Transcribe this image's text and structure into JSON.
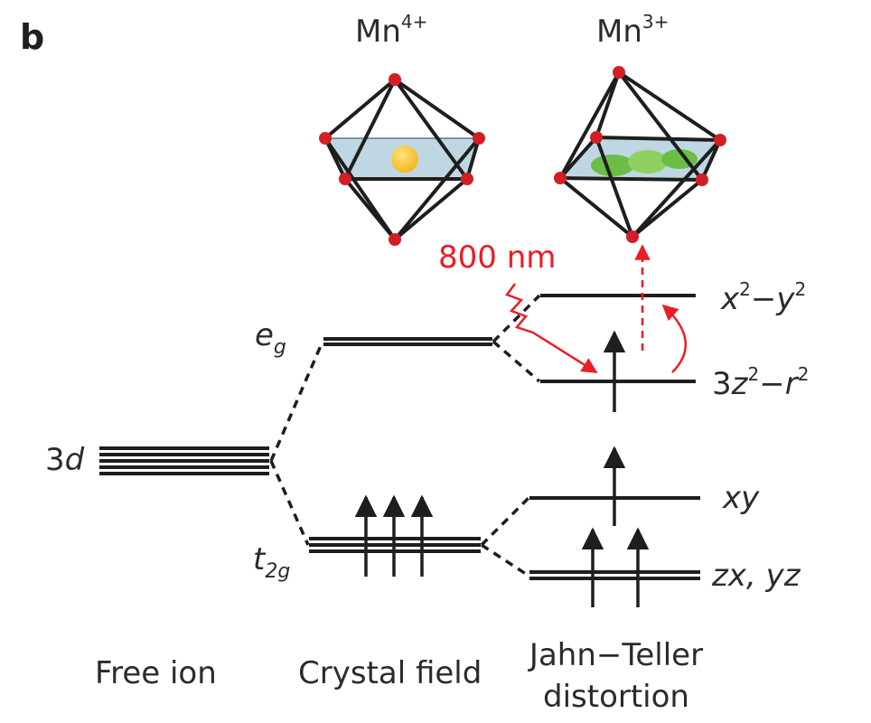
{
  "panel_label": "b",
  "octahedra": {
    "left": {
      "ion": "Mn",
      "charge": "4+"
    },
    "right": {
      "ion": "Mn",
      "charge": "3+"
    }
  },
  "levels": {
    "free": {
      "base": "3",
      "italic": "d"
    },
    "eg": {
      "base": "e",
      "sub": "g"
    },
    "t2g": {
      "base": "t",
      "sub": "2g"
    },
    "x2y2": {
      "a": "x",
      "a_sup": "2",
      "mid": "−",
      "b": "y",
      "b_sup": "2"
    },
    "z2r2": {
      "a": "3",
      "b": "z",
      "b_sup": "2",
      "mid": "−",
      "c": "r",
      "c_sup": "2"
    },
    "xy": {
      "text": "xy"
    },
    "zxyz": {
      "text": "zx, yz"
    }
  },
  "excitation": {
    "label": "800 nm"
  },
  "columns": {
    "free_ion": "Free ion",
    "crystal_field": "Crystal field",
    "jahn_teller_1": "Jahn−Teller",
    "jahn_teller_2": "distortion"
  },
  "colors": {
    "line": "#1e1e1e",
    "excitation": "#ec1c24",
    "plane": "#a9c9d8",
    "vertex": "#d21f26",
    "ion_core": "#f6b41b",
    "orbital": "#6cbd45"
  }
}
